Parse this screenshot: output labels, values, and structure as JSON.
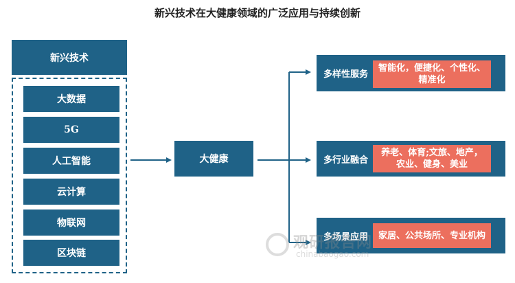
{
  "title": "新兴技术在大健康领域的广泛应用与持续创新",
  "left": {
    "header": "新兴技术",
    "items": [
      "大数据",
      "5G",
      "人工智能",
      "云计算",
      "物联网",
      "区块链"
    ]
  },
  "center": {
    "label": "大健康"
  },
  "right": [
    {
      "category": "多样性服务",
      "detail": "智能化，便捷化、个性化、精准化"
    },
    {
      "category": "多行业融合",
      "detail": "养老、体育;文旅、地产，农业、健身、美业"
    },
    {
      "category": "多场景应用",
      "detail": "家居、公共场所、专业机构"
    }
  ],
  "watermark": {
    "cn": "观研报告网",
    "en": "chinabaogao.com"
  },
  "colors": {
    "primary": "#1f6287",
    "accent": "#ec6f5e"
  }
}
